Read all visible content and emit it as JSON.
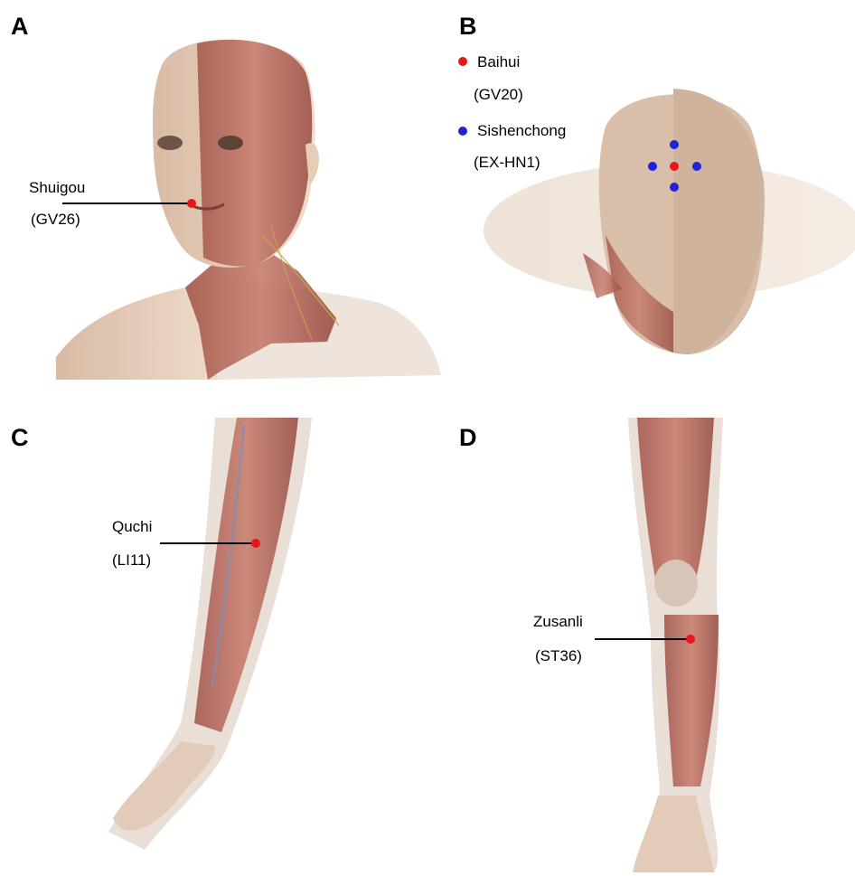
{
  "figure": {
    "panels": [
      {
        "letter": "A",
        "points": [
          {
            "name": "Shuigou",
            "code": "(GV26)"
          }
        ]
      },
      {
        "letter": "B",
        "legend": [
          {
            "name": "Baihui",
            "code": "(GV20)",
            "color": "#e8151b"
          },
          {
            "name": "Sishenchong",
            "code": "(EX-HN1)",
            "color": "#1f22d6"
          }
        ]
      },
      {
        "letter": "C",
        "points": [
          {
            "name": "Quchi",
            "code": "(LI11)"
          }
        ]
      },
      {
        "letter": "D",
        "points": [
          {
            "name": "Zusanli",
            "code": "(ST36)"
          }
        ]
      }
    ],
    "colors": {
      "acupoint_red": "#e8151b",
      "acupoint_blue": "#1f22d6",
      "skin": "#e9cfb9",
      "muscle": "#b4665a"
    }
  }
}
